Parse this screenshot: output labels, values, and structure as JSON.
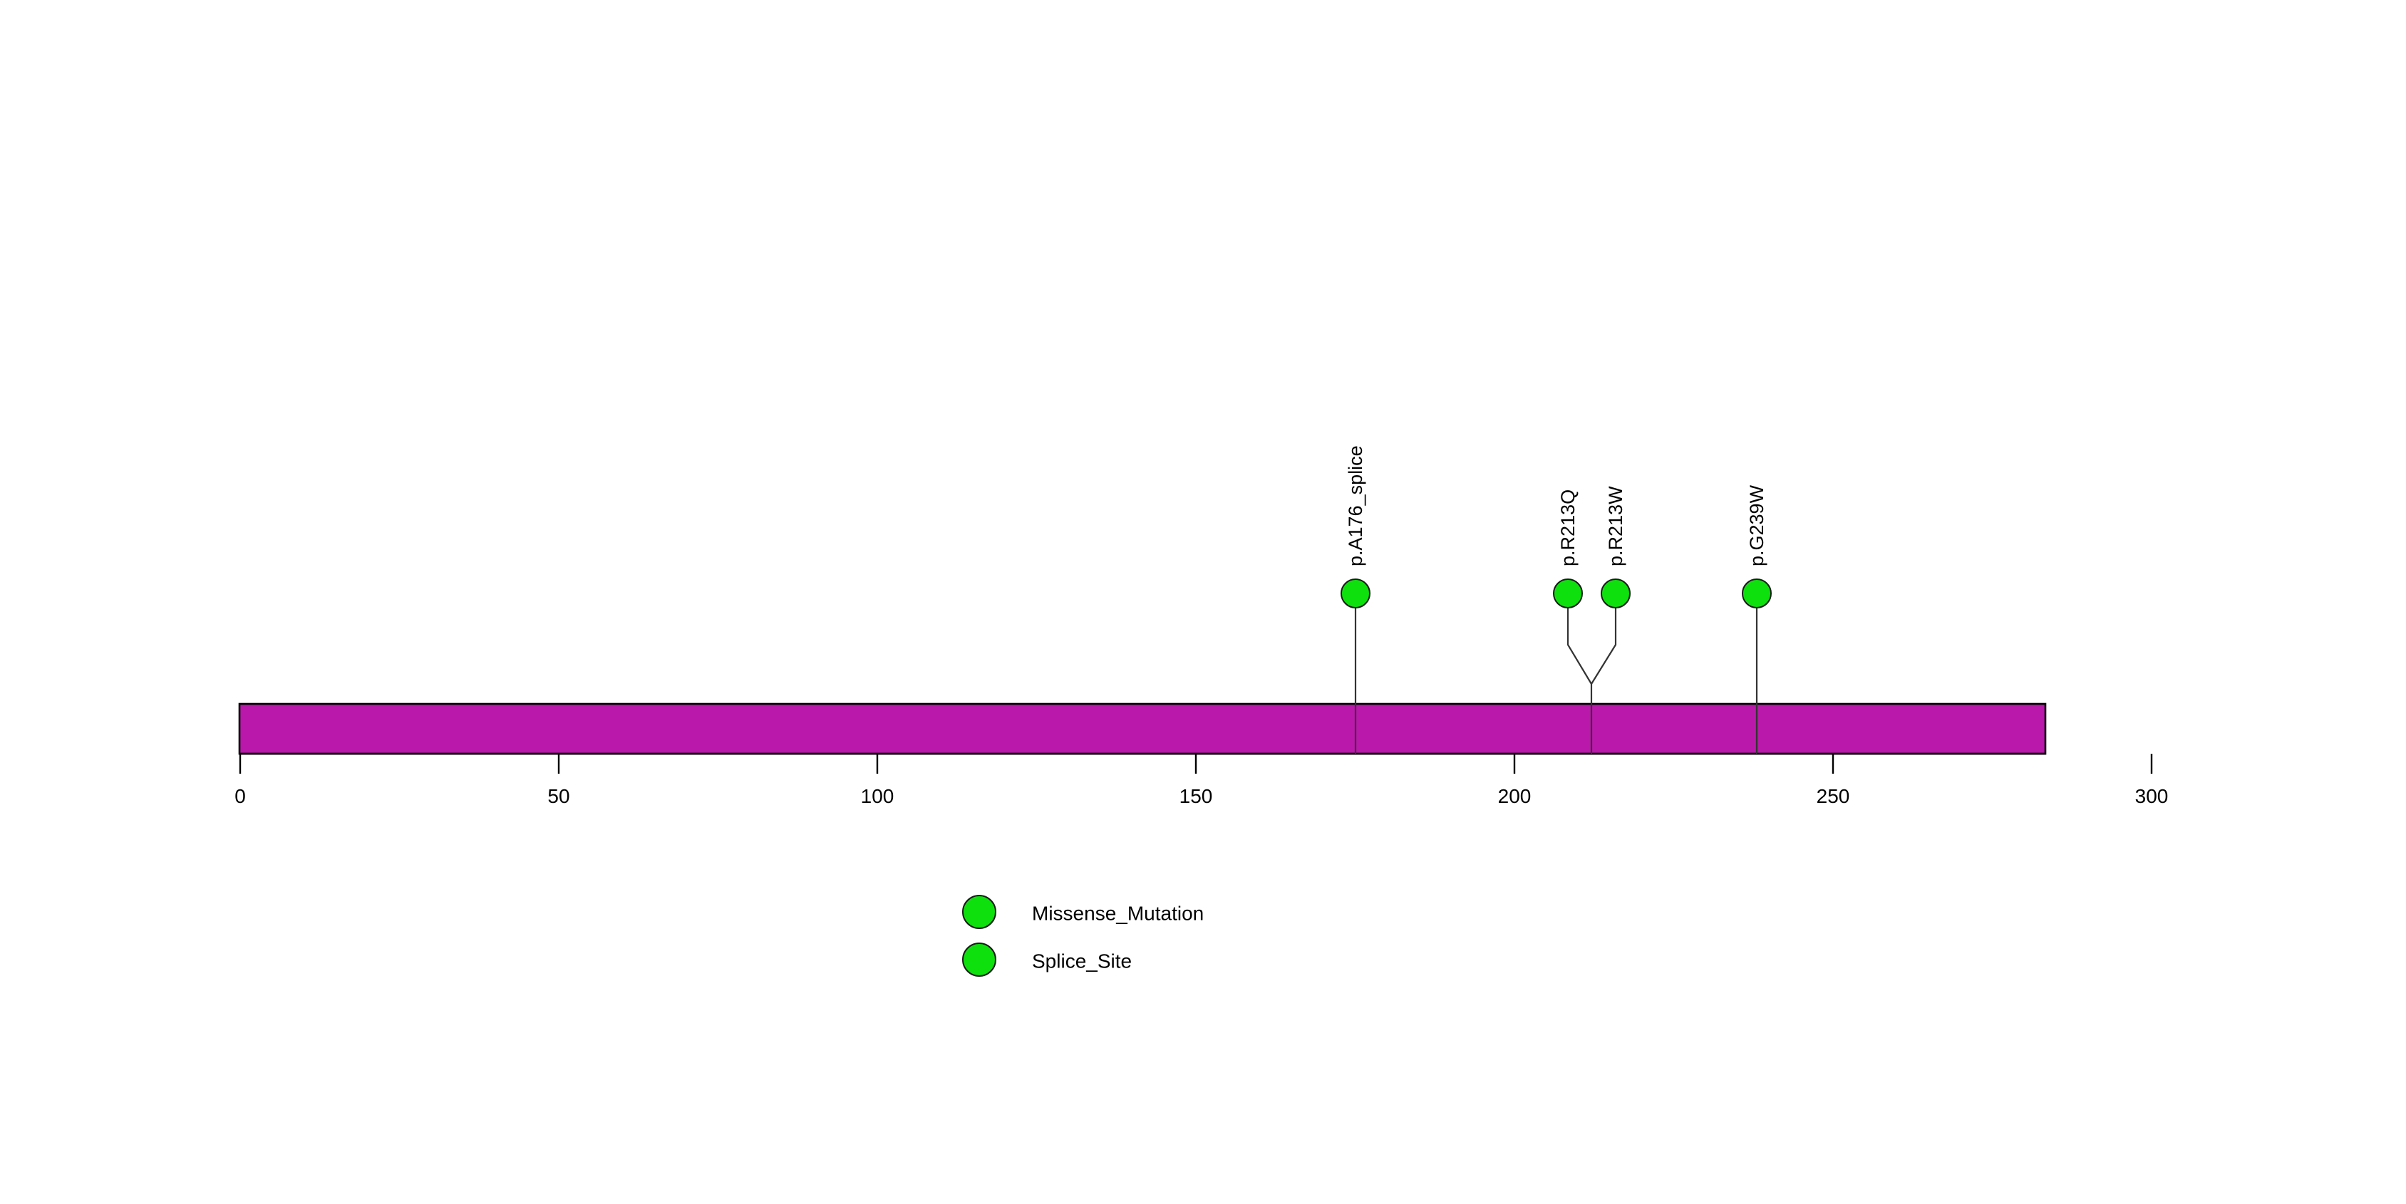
{
  "chart_data": {
    "type": "lollipop",
    "title": "",
    "subtitle": "",
    "xlabel": "",
    "ylabel": "",
    "xlim": [
      0,
      320
    ],
    "grid": false,
    "legend_position": "bottom-center",
    "protein_length": 320,
    "domain_track": {
      "label": "",
      "start": 0,
      "end": 320,
      "color": "#BA18AB",
      "border_color": "#000000"
    },
    "axis": {
      "ticks": [
        0,
        50,
        100,
        150,
        200,
        250,
        300
      ],
      "tick_labels": [
        "0",
        "50",
        "100",
        "150",
        "200",
        "250",
        "300"
      ]
    },
    "mutations": [
      {
        "label": "p.A176_splice",
        "position": 176,
        "count": 1,
        "category": "Splice_Site",
        "color": "#0DE00D"
      },
      {
        "label": "p.R213Q",
        "position": 213,
        "count": 1,
        "category": "Missense_Mutation",
        "color": "#0DE00D",
        "cluster": "213",
        "cluster_offset": -5
      },
      {
        "label": "p.R213W",
        "position": 213,
        "count": 1,
        "category": "Missense_Mutation",
        "color": "#0DE00D",
        "cluster": "213",
        "cluster_offset": 5
      },
      {
        "label": "p.G239W",
        "position": 239,
        "count": 1,
        "category": "Missense_Mutation",
        "color": "#0DE00D"
      }
    ],
    "legend": {
      "entries": [
        {
          "label": "Missense_Mutation",
          "color": "#0DE00D",
          "shape": "circle"
        },
        {
          "label": "Splice_Site",
          "color": "#0DE00D",
          "shape": "circle"
        }
      ]
    },
    "colors": {
      "domain": "#BA18AB",
      "marker": "#0DE00D",
      "stem": "#333333",
      "axis": "#000000",
      "background": "#FFFFFF"
    }
  },
  "axis_labels": {
    "t0": "0",
    "t50": "50",
    "t100": "100",
    "t150": "150",
    "t200": "200",
    "t250": "250",
    "t300": "300"
  },
  "mutation_labels": {
    "m0": "p.A176_splice",
    "m1": "p.R213Q",
    "m2": "p.R213W",
    "m3": "p.G239W"
  },
  "legend_labels": {
    "l0": "Missense_Mutation",
    "l1": "Splice_Site"
  }
}
